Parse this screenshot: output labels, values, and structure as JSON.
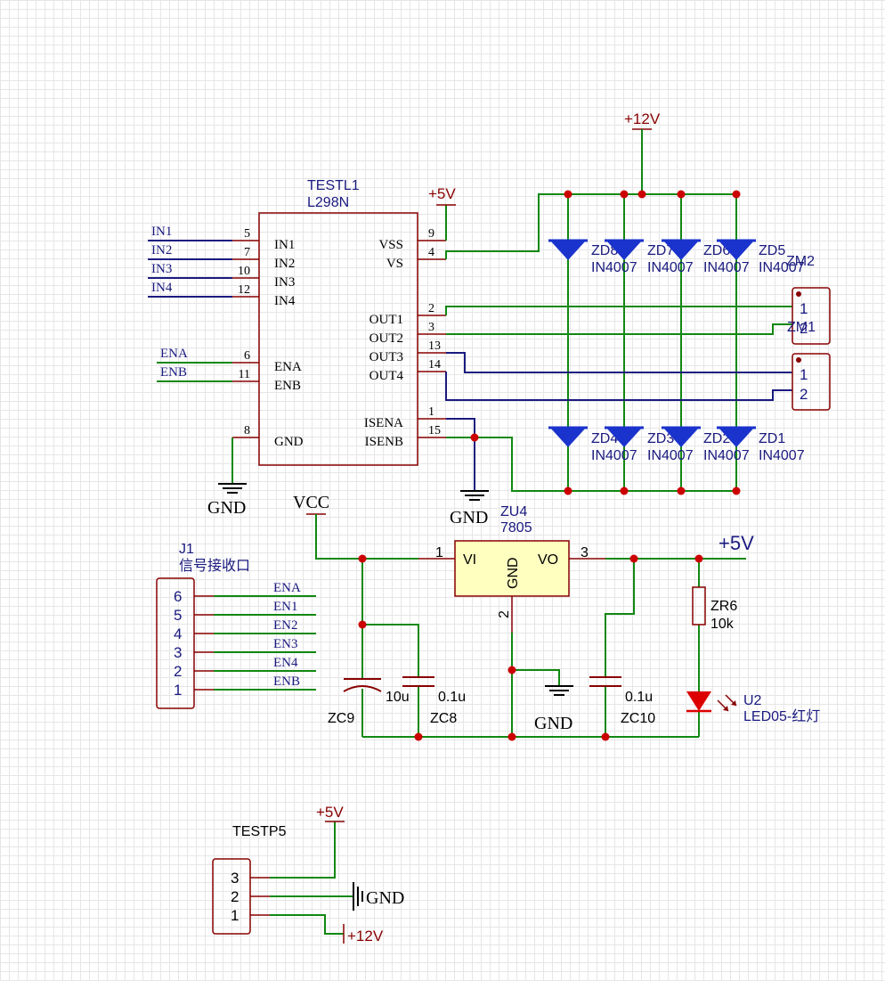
{
  "l298": {
    "ref": "TESTL1",
    "value": "L298N",
    "left_pins": [
      {
        "num": "5",
        "name": "IN1",
        "net": "IN1"
      },
      {
        "num": "7",
        "name": "IN2",
        "net": "IN2"
      },
      {
        "num": "10",
        "name": "IN3",
        "net": "IN3"
      },
      {
        "num": "12",
        "name": "IN4",
        "net": "IN4"
      },
      {
        "num": "6",
        "name": "ENA",
        "net": "ENA"
      },
      {
        "num": "11",
        "name": "ENB",
        "net": "ENB"
      },
      {
        "num": "8",
        "name": "GND",
        "net": ""
      }
    ],
    "right_pins": [
      {
        "num": "9",
        "name": "VSS"
      },
      {
        "num": "4",
        "name": "VS"
      },
      {
        "num": "2",
        "name": "OUT1"
      },
      {
        "num": "3",
        "name": "OUT2"
      },
      {
        "num": "13",
        "name": "OUT3"
      },
      {
        "num": "14",
        "name": "OUT4"
      },
      {
        "num": "1",
        "name": "ISENA"
      },
      {
        "num": "15",
        "name": "ISENB"
      }
    ]
  },
  "power": {
    "v12_top": "+12V",
    "v5_top": "+5V",
    "gnd_l298": "GND",
    "gnd_isen": "GND",
    "vcc": "VCC",
    "v5_reg_out": "+5V",
    "gnd_reg": "GND"
  },
  "diodes_top": [
    {
      "ref": "ZD8",
      "value": "IN4007"
    },
    {
      "ref": "ZD7",
      "value": "IN4007"
    },
    {
      "ref": "ZD6",
      "value": "IN4007"
    },
    {
      "ref": "ZD5",
      "value": "IN4007"
    }
  ],
  "diodes_bottom": [
    {
      "ref": "ZD4",
      "value": "IN4007"
    },
    {
      "ref": "ZD3",
      "value": "IN4007"
    },
    {
      "ref": "ZD2",
      "value": "IN4007"
    },
    {
      "ref": "ZD1",
      "value": "IN4007"
    }
  ],
  "motor_connectors": [
    {
      "ref": "ZM2",
      "pins": [
        "1",
        "2"
      ]
    },
    {
      "ref": "ZM1",
      "pins": [
        "1",
        "2"
      ]
    }
  ],
  "regulator": {
    "ref": "ZU4",
    "value": "7805",
    "pin_vi": "VI",
    "pin_vo": "VO",
    "pin_gnd": "GND",
    "num_vi": "1",
    "num_vo": "3",
    "num_gnd": "2"
  },
  "capacitors": [
    {
      "ref": "ZC9",
      "value": "10u"
    },
    {
      "ref": "ZC8",
      "value": "0.1u"
    },
    {
      "ref": "ZC10",
      "value": "0.1u"
    }
  ],
  "resistor": {
    "ref": "ZR6",
    "value": "10k"
  },
  "led": {
    "ref": "U2",
    "value": "LED05-红灯"
  },
  "j1": {
    "ref": "J1",
    "value": "信号接收口",
    "pins": [
      {
        "num": "6",
        "net": "ENA"
      },
      {
        "num": "5",
        "net": "EN1"
      },
      {
        "num": "4",
        "net": "EN2"
      },
      {
        "num": "3",
        "net": "EN3"
      },
      {
        "num": "2",
        "net": "EN4"
      },
      {
        "num": "1",
        "net": "ENB"
      }
    ]
  },
  "testp5": {
    "ref": "TESTP5",
    "pins": [
      "3",
      "2",
      "1"
    ],
    "v5": "+5V",
    "gnd": "GND",
    "v12": "+12V"
  },
  "colors": {
    "wire": "#118811",
    "bus": "#1a1a80",
    "symbol": "#880000",
    "junction": "#cc0000",
    "diode": "#1a33cc",
    "regulator_fill": "#ffffc0"
  }
}
